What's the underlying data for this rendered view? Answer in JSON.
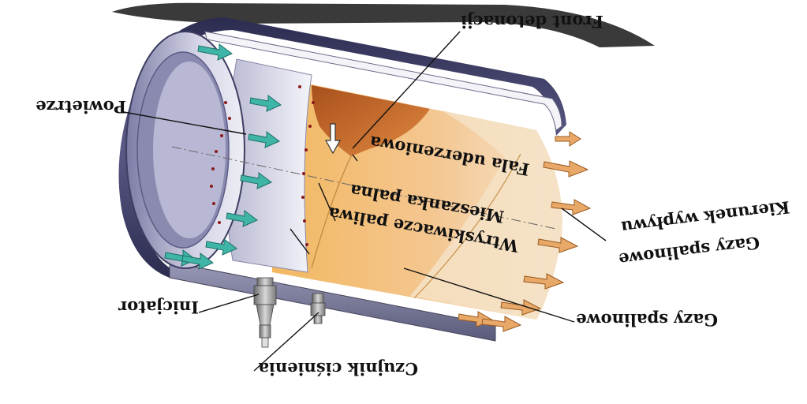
{
  "labels": {
    "front_detonacji": "Front detonacji",
    "powietrze": "Powietrze",
    "fala_uderzeniowa": "Fala uderzeniowa",
    "mieszanka_palna": "Mieszanka palna",
    "wtryskiwacze_paliwa": "Wtryskiwacze paliwa",
    "kierunek_wyplywu": "Kierunek wypływu",
    "gazy_spalinowe_right": "Gazy spalinowe",
    "gazy_spalinowe_bottom": "Gazy spalinowe",
    "inicjator": "Inicjator",
    "czujnik_cisnienia": "Czujnik ciśnienia"
  },
  "colors": {
    "shadow": "#3a3a3a",
    "outer_shell": "#3e3e63",
    "inner_wall": "#c9c9de",
    "inlet_ring": "#e6e6f2",
    "detonation_front": "#c8682a",
    "mixture": "#f0c080",
    "exhaust": "#f4e4c8",
    "air_arrow": "#3fb5a8",
    "exhaust_arrow": "#e8a868",
    "injector_dot": "#8b1a1a"
  },
  "icons": {
    "air_arrows": "air-inflow-arrows",
    "exhaust_arrows": "exhaust-outflow-arrows",
    "shock_arrow": "shock-wave-arrow"
  }
}
